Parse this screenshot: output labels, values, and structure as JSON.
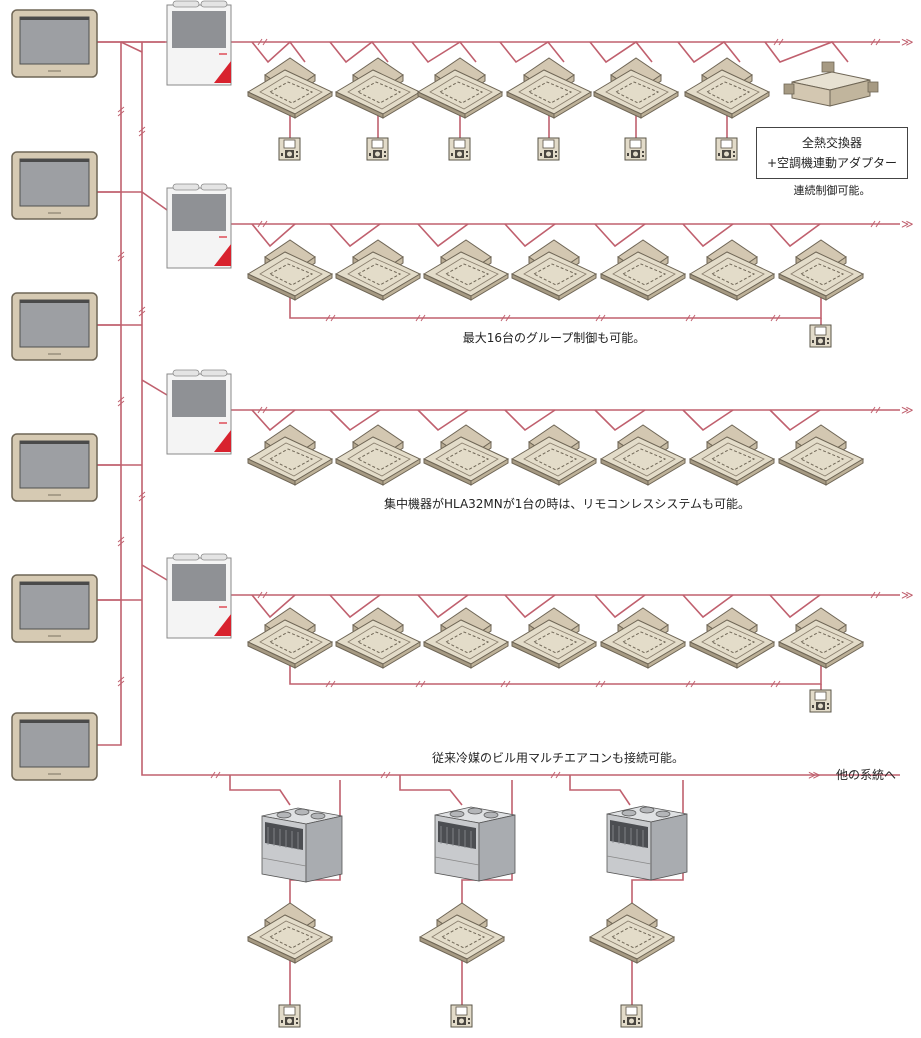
{
  "labels": {
    "exchanger_line1": "全熱交換器",
    "exchanger_line2": "+空調機連動アダプター",
    "exchanger_line3": "連続制御可能。",
    "group_control": "最大16台のグループ制御も可能。",
    "remoteless": "集中機器がHLA32MNが1台の時は、リモコンレスシステムも可能。",
    "legacy": "従来冷媒のビル用マルチエアコンも接続可能。",
    "other_system": "他の系統へ",
    "break_mark": "≫"
  },
  "colors": {
    "wire": "#c0606e",
    "unit_body": "#d3c7b1",
    "unit_dark": "#8a7f6e",
    "panel_face": "#9d9fa3",
    "accent_red": "#d8222e",
    "outdoor_gray": "#c8cacd"
  },
  "components": {
    "central_controllers": 6,
    "outdoor_units": 4,
    "rows": [
      {
        "indoor_units": 6,
        "remotes": 6,
        "heat_exchanger": true
      },
      {
        "indoor_units": 7,
        "remotes": 1,
        "heat_exchanger": false
      },
      {
        "indoor_units": 7,
        "remotes": 0,
        "heat_exchanger": false
      },
      {
        "indoor_units": 7,
        "remotes": 1,
        "heat_exchanger": false
      }
    ],
    "legacy_systems": 3
  }
}
